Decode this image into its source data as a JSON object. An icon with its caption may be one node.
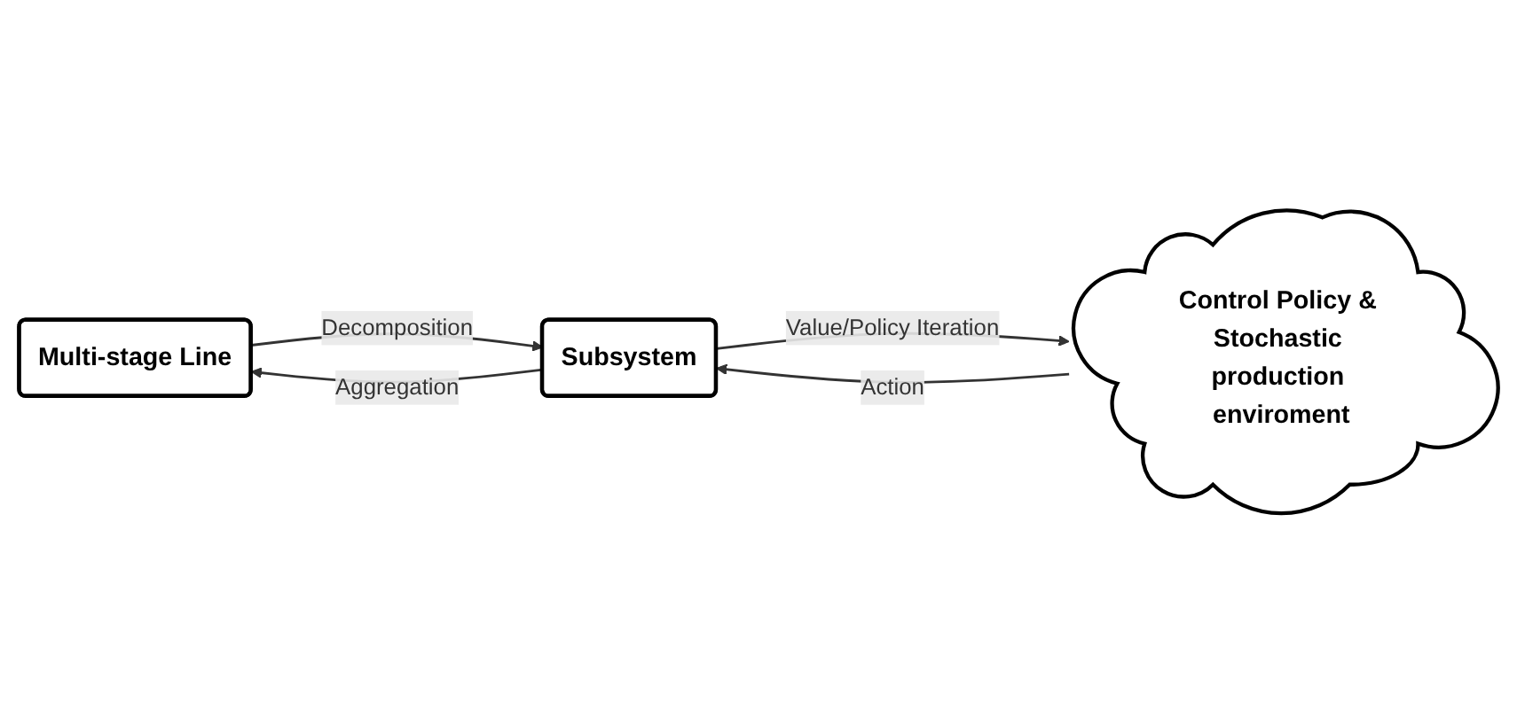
{
  "diagram": {
    "nodes": [
      {
        "text": [
          "Multi-stage Line"
        ]
      },
      {
        "text": [
          "Subsystem"
        ]
      },
      {
        "text": [
          "Control Policy & Stochastic production enviroment"
        ]
      }
    ],
    "edges": [
      {
        "from": 0,
        "to": 1,
        "arrow": "to",
        "label": "Decomposition"
      },
      {
        "from": 1,
        "to": 0,
        "arrow": "to",
        "label": "Aggregation"
      },
      {
        "from": 1,
        "to": 2,
        "arrow": "to",
        "label": "Value/Policy Iteration"
      },
      {
        "from": 2,
        "to": 1,
        "arrow": "to",
        "label": "Action"
      }
    ]
  }
}
